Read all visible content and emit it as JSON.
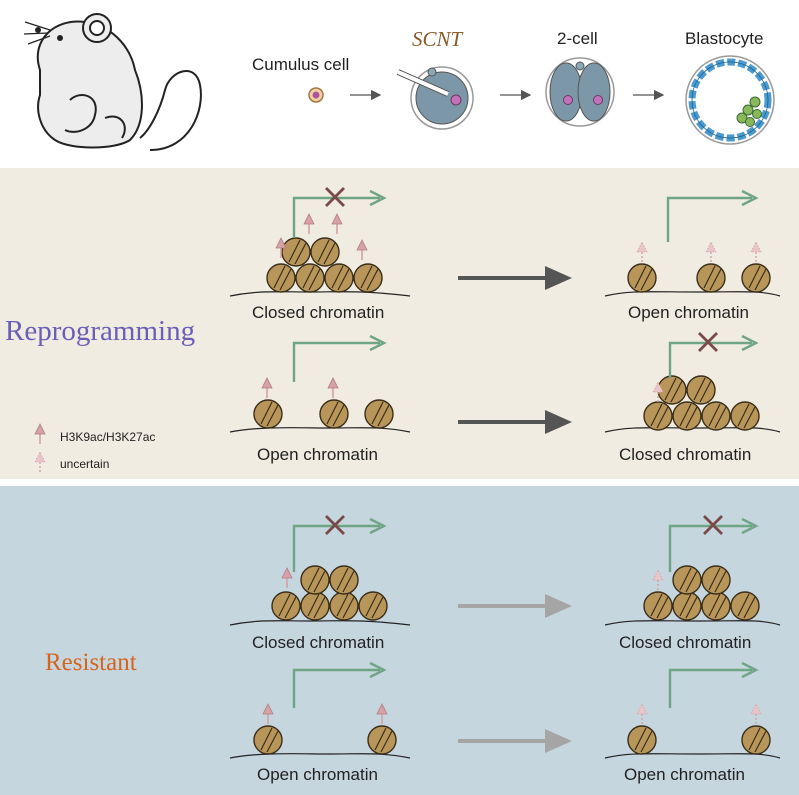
{
  "top": {
    "cumulus_label": "Cumulus cell",
    "scnt_label": "SCNT",
    "two_cell_label": "2-cell",
    "blastocyte_label": "Blastocyte"
  },
  "reprogramming": {
    "title": "Reprogramming",
    "row1_left_label": "Closed chromatin",
    "row1_right_label": "Open chromatin",
    "row2_left_label": "Open chromatin",
    "row2_right_label": "Closed chromatin",
    "legend_mark_label": "H3K9ac/H3K27ac",
    "legend_uncertain_label": "uncertain"
  },
  "resistant": {
    "title": "Resistant",
    "row1_left_label": "Closed chromatin",
    "row1_right_label": "Closed chromatin",
    "row2_left_label": "Open chromatin",
    "row2_right_label": "Open chromatin"
  },
  "colors": {
    "reprogramming_bg": "#f1ece1",
    "resistant_bg": "#c6d6df",
    "reprogramming_title": "#6a5fb8",
    "resistant_title": "#d5651c",
    "scnt_title": "#8a5a2a",
    "nucleosome": "#b8965a",
    "gene_arrow": "#6fa585",
    "block_x": "#7a4a4a",
    "acetyl_mark": "#d6a2a6",
    "big_arrow_dark": "#555555",
    "big_arrow_light": "#a5a5a5"
  }
}
